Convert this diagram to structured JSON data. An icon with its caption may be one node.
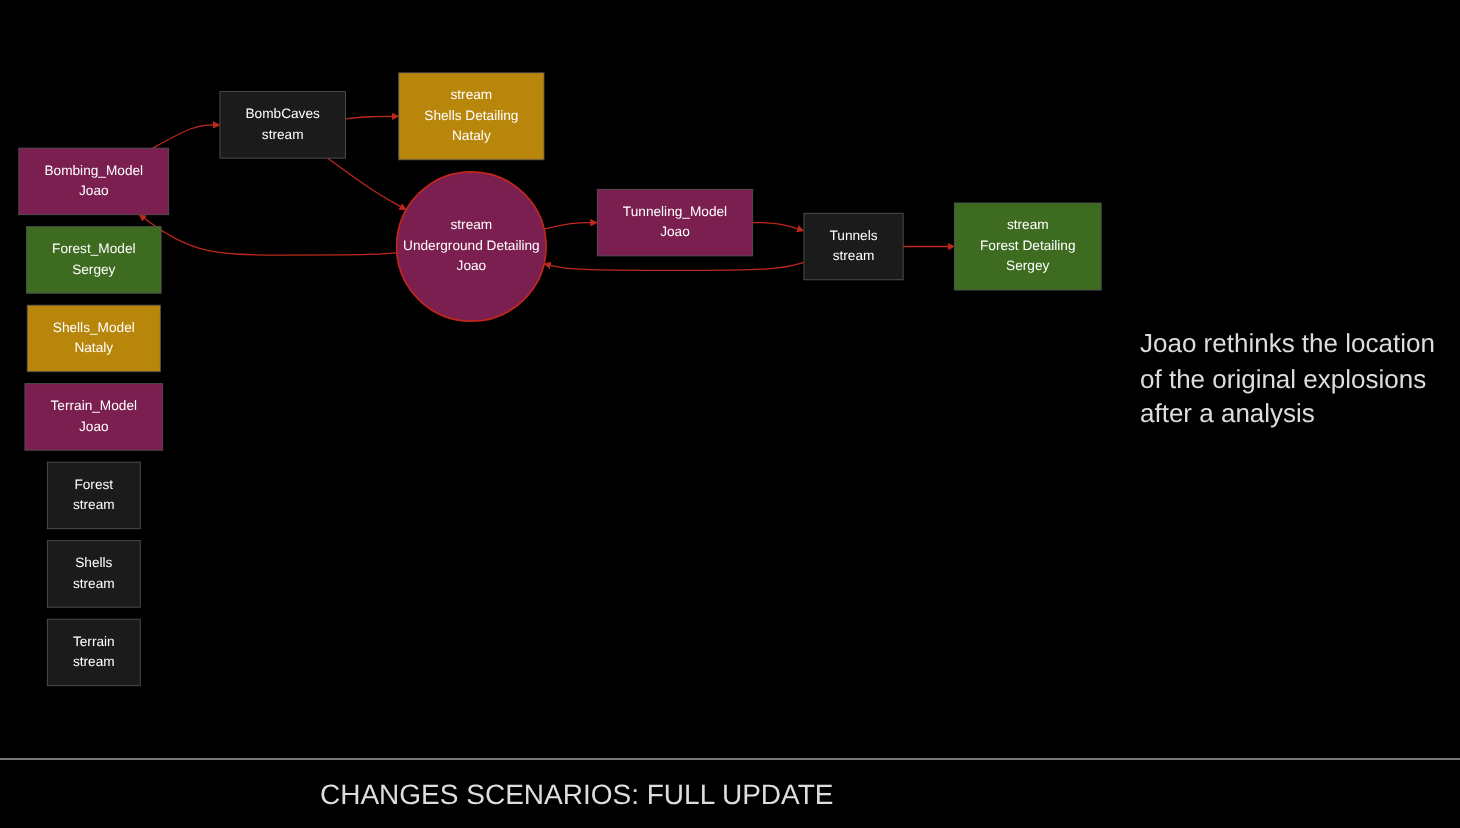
{
  "diagram": {
    "caption": "CHANGES SCENARIOS: FULL UPDATE",
    "nodes": [
      {
        "text": [
          "Bombing_Model",
          "Joao"
        ]
      },
      {
        "text": [
          "Forest_Model",
          "Sergey"
        ]
      },
      {
        "text": [
          "Tunneling_Model",
          "Joao"
        ]
      },
      {
        "text": [
          "Shells_Model",
          "Nataly"
        ]
      },
      {
        "text": [
          "Terrain_Model",
          "Joao"
        ]
      },
      {
        "text": [
          "BombCaves",
          "stream"
        ]
      },
      {
        "text": [
          "Forest",
          "stream"
        ]
      },
      {
        "text": [
          "Tunnels",
          "stream"
        ]
      },
      {
        "text": [
          "Shells",
          "stream"
        ]
      },
      {
        "text": [
          "Terrain",
          "stream"
        ]
      },
      {
        "text": [
          "stream",
          "Forest Detailing",
          "Sergey"
        ]
      },
      {
        "text": [
          "stream",
          "Shells Detailing",
          "Nataly"
        ]
      },
      {
        "text": [
          "stream",
          "Underground Detailing",
          "Joao"
        ]
      }
    ],
    "edges": [
      {
        "from": 0,
        "to": 5,
        "arrow": "to"
      },
      {
        "from": 2,
        "to": 7,
        "arrow": "to"
      },
      {
        "from": 5,
        "to": 11,
        "arrow": "to"
      },
      {
        "from": 5,
        "to": 12,
        "arrow": "to"
      },
      {
        "from": 7,
        "to": 10,
        "arrow": "to"
      },
      {
        "from": 7,
        "to": 12,
        "arrow": "to"
      },
      {
        "from": 12,
        "to": 0,
        "arrow": "to"
      },
      {
        "from": 12,
        "to": 2,
        "arrow": "to"
      }
    ],
    "labels": [
      "Joao rethinks the location of the original explosions after a analysis"
    ]
  }
}
